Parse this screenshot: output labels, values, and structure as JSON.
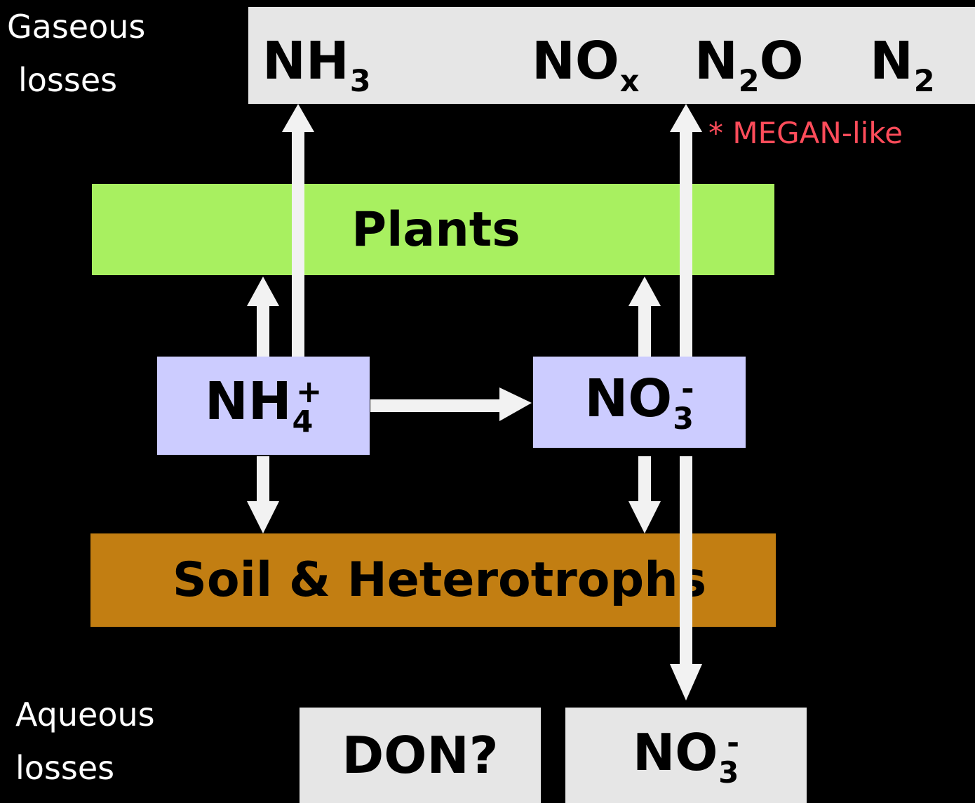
{
  "labels": {
    "gaseous": [
      "Gaseous",
      "losses"
    ],
    "aqueous": [
      "Aqueous",
      "losses"
    ]
  },
  "gases": {
    "nh3": {
      "base": "NH",
      "sub": "3"
    },
    "nox": {
      "base": "NO",
      "sub": "x"
    },
    "n2o": {
      "base": "N",
      "sub": "2",
      "tail": "O"
    },
    "n2": {
      "base": "N",
      "sub": "2"
    }
  },
  "plants": "Plants",
  "nh4": {
    "base": "NH",
    "sub": "4",
    "sup": "+"
  },
  "no3": {
    "base": "NO",
    "sub": "3",
    "sup": "-"
  },
  "soil": "Soil & Heterotrophs",
  "don": "DON?",
  "no3_loss": {
    "base": "NO",
    "sub": "3",
    "sup": "-"
  },
  "annotation": "* MEGAN-like",
  "colors": {
    "background": "#000000",
    "gas_box": "#e6e6e6",
    "plants": "#a8f060",
    "inorganic": "#ccccff",
    "soil": "#c27e12",
    "arrow": "#f2f2f2",
    "annotation": "#ff4c5a"
  }
}
